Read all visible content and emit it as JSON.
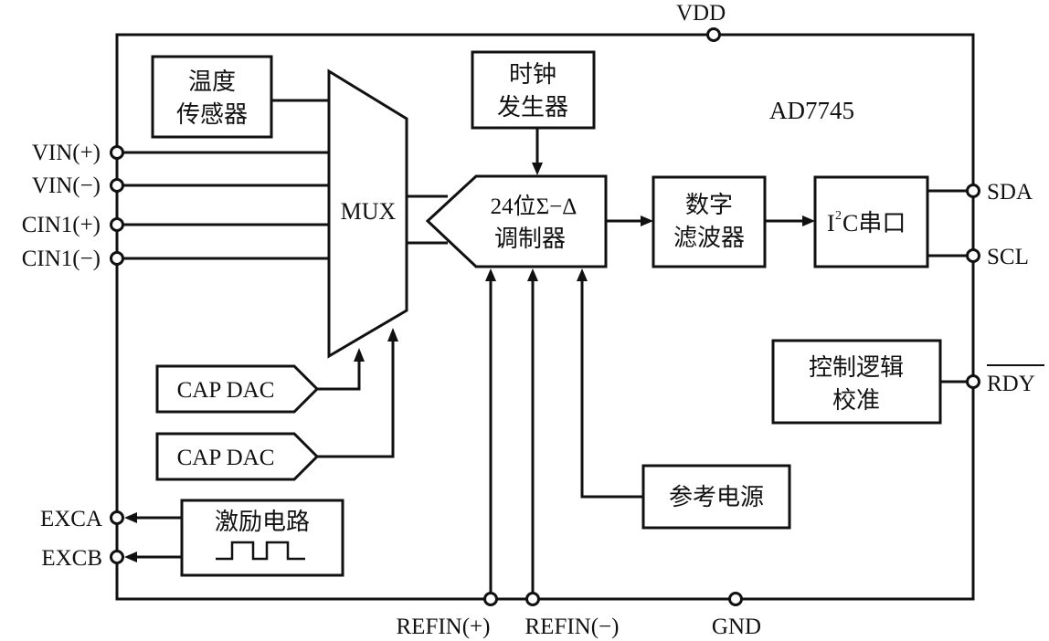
{
  "chip_name": "AD7745",
  "pins": {
    "vdd": "VDD",
    "gnd": "GND",
    "vin_plus": "VIN(+)",
    "vin_minus": "VIN(−)",
    "cin1_plus": "CIN1(+)",
    "cin1_minus": "CIN1(−)",
    "exca": "EXCA",
    "excb": "EXCB",
    "refin_plus": "REFIN(+)",
    "refin_minus": "REFIN(−)",
    "sda": "SDA",
    "scl": "SCL",
    "rdy": "RDY"
  },
  "blocks": {
    "temp_sensor": [
      "温度",
      "传感器"
    ],
    "clock_gen": [
      "时钟",
      "发生器"
    ],
    "mux": "MUX",
    "modulator": [
      "24位Σ−Δ",
      "调制器"
    ],
    "digital_filter": [
      "数字",
      "滤波器"
    ],
    "i2c_sup": "2",
    "i2c_rest": "C串口",
    "i2c_I": "I",
    "control_logic": [
      "控制逻辑",
      "校准"
    ],
    "cap_dac_1": "CAP DAC",
    "cap_dac_2": "CAP DAC",
    "excitation": "激励电路",
    "reference": "参考电源"
  }
}
